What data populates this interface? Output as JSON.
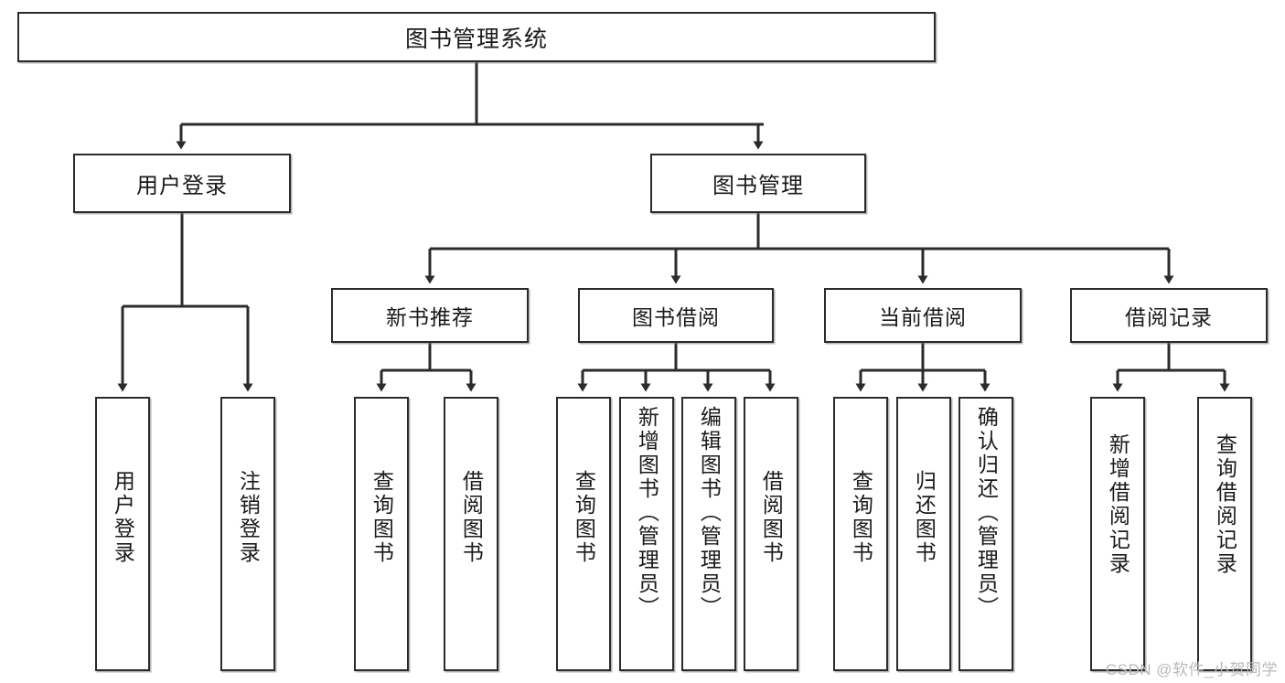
{
  "diagram": {
    "title": "图书管理系统",
    "type": "hierarchy-tree",
    "root": {
      "id": "root",
      "label": "图书管理系统"
    },
    "level2": [
      {
        "id": "user-login",
        "label": "用户登录"
      },
      {
        "id": "book-management",
        "label": "图书管理"
      }
    ],
    "level3": [
      {
        "id": "new-book-recommend",
        "label": "新书推荐",
        "parent": "book-management"
      },
      {
        "id": "book-borrow",
        "label": "图书借阅",
        "parent": "book-management"
      },
      {
        "id": "current-borrow",
        "label": "当前借阅",
        "parent": "book-management"
      },
      {
        "id": "borrow-record",
        "label": "借阅记录",
        "parent": "book-management"
      }
    ],
    "leaves": [
      {
        "id": "leaf-user-login",
        "label": "用户登录",
        "parent": "user-login"
      },
      {
        "id": "leaf-logout",
        "label": "注销登录",
        "parent": "user-login"
      },
      {
        "id": "leaf-query-book-1",
        "label": "查询图书",
        "parent": "new-book-recommend"
      },
      {
        "id": "leaf-borrow-book-1",
        "label": "借阅图书",
        "parent": "new-book-recommend"
      },
      {
        "id": "leaf-query-book-2",
        "label": "查询图书",
        "parent": "book-borrow"
      },
      {
        "id": "leaf-add-book",
        "label": "新增图书（管理员）",
        "parent": "book-borrow"
      },
      {
        "id": "leaf-edit-book",
        "label": "编辑图书（管理员）",
        "parent": "book-borrow"
      },
      {
        "id": "leaf-borrow-book-2",
        "label": "借阅图书",
        "parent": "book-borrow"
      },
      {
        "id": "leaf-query-book-3",
        "label": "查询图书",
        "parent": "current-borrow"
      },
      {
        "id": "leaf-return-book",
        "label": "归还图书",
        "parent": "current-borrow"
      },
      {
        "id": "leaf-confirm-return",
        "label": "确认归还（管理员）",
        "parent": "current-borrow"
      },
      {
        "id": "leaf-add-record",
        "label": "新增借阅记录",
        "parent": "borrow-record"
      },
      {
        "id": "leaf-query-record",
        "label": "查询借阅记录",
        "parent": "borrow-record"
      }
    ]
  },
  "watermark": {
    "text": "CSDN @软件_小贺同学"
  },
  "colors": {
    "stroke": "#2b2b2b",
    "fill": "#ffffff",
    "text": "#1a1a1a",
    "watermark": "#b9b9b9"
  }
}
